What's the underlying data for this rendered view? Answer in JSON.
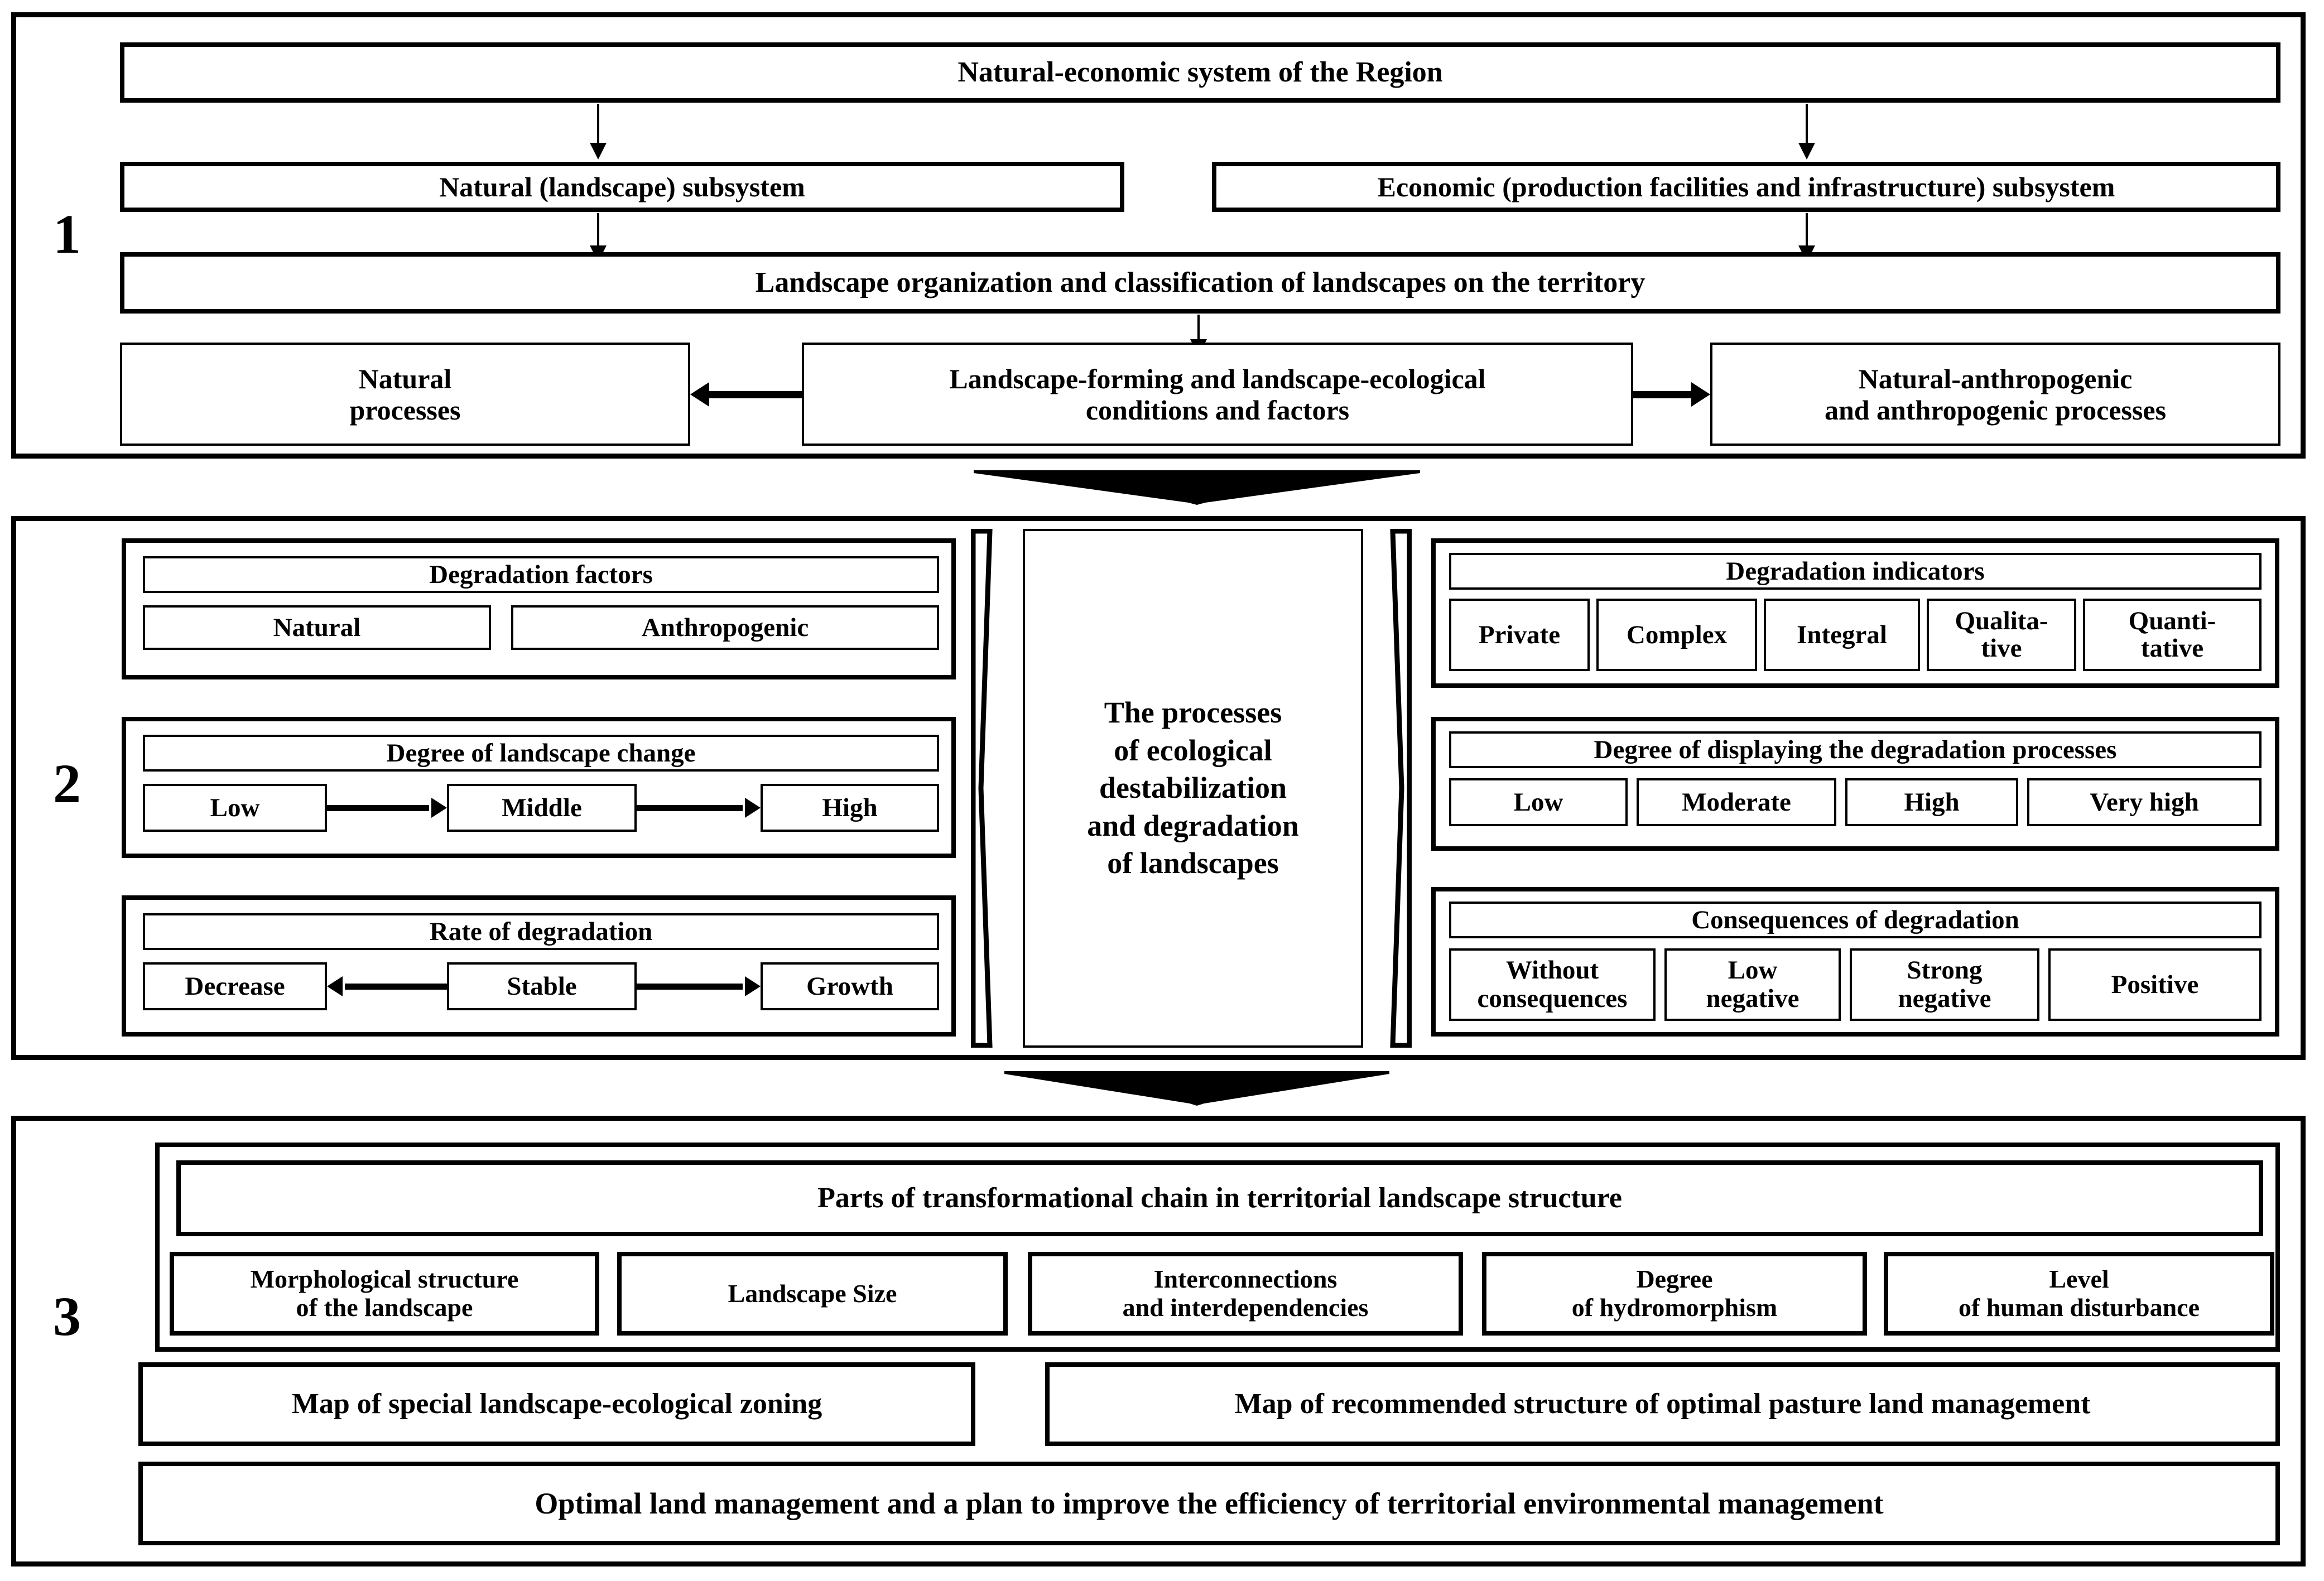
{
  "diagram": {
    "title_text_present": false,
    "stages": [
      {
        "number": "1",
        "top_box": "Natural-economic system of the Region",
        "subsystems": [
          "Natural (landscape) subsystem",
          "Economic (production facilities and infrastructure) subsystem"
        ],
        "organization_box": "Landscape organization and classification of landscapes on the territory",
        "processes_row": {
          "left": "Natural\nprocesses",
          "center": "Landscape-forming and landscape-ecological\nconditions and factors",
          "right": "Natural-anthropogenic\nand anthropogenic processes"
        }
      },
      {
        "number": "2",
        "left_groups": [
          {
            "header": "Degradation factors",
            "items": [
              "Natural",
              "Anthropogenic"
            ],
            "flow": false
          },
          {
            "header": "Degree of landscape change",
            "items": [
              "Low",
              "Middle",
              "High"
            ],
            "flow": true,
            "flow_dirs": [
              "right",
              "right"
            ]
          },
          {
            "header": "Rate of degradation",
            "items": [
              "Decrease",
              "Stable",
              "Growth"
            ],
            "flow": true,
            "flow_dirs": [
              "left",
              "right"
            ]
          }
        ],
        "center_box": "The processes\nof ecological\ndestabilization\nand degradation\nof landscapes",
        "right_groups": [
          {
            "header": "Degradation indicators",
            "items": [
              "Private",
              "Complex",
              "Integral",
              "Qualita-\ntive",
              "Quanti-\ntative"
            ]
          },
          {
            "header": "Degree of displaying the degradation processes",
            "items": [
              "Low",
              "Moderate",
              "High",
              "Very high"
            ]
          },
          {
            "header": "Consequences of degradation",
            "items": [
              "Without\nconsequences",
              "Low\nnegative",
              "Strong\nnegative",
              "Positive"
            ]
          }
        ]
      },
      {
        "number": "3",
        "chain_header": "Parts of transformational chain in territorial landscape structure",
        "chain_items": [
          "Morphological structure\nof the landscape",
          "Landscape Size",
          "Interconnections\nand interdependencies",
          "Degree\nof hydromorphism",
          "Level\nof human disturbance"
        ],
        "maps": [
          "Map of special landscape-ecological zoning",
          "Map of recommended structure of optimal pasture land management"
        ],
        "final_box": "Optimal land management and a plan to improve the efficiency of territorial environmental management"
      }
    ],
    "colors": {
      "stroke": "#000000",
      "background": "#ffffff"
    }
  }
}
